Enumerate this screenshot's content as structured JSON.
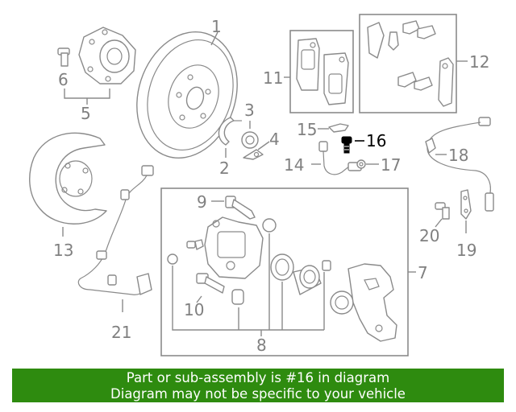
{
  "diagram": {
    "callouts": {
      "c1": "1",
      "c2": "2",
      "c3": "3",
      "c4": "4",
      "c5": "5",
      "c6": "6",
      "c7": "7",
      "c8": "8",
      "c9": "9",
      "c10": "10",
      "c11": "11",
      "c12": "12",
      "c13": "13",
      "c14": "14",
      "c15": "15",
      "c16": "16",
      "c17": "17",
      "c18": "18",
      "c19": "19",
      "c20": "20",
      "c21": "21"
    },
    "highlighted_part": "16",
    "highlight_color": "#000000",
    "part_color": "#808080"
  },
  "footer": {
    "line1": "Part or sub-assembly is #16 in diagram",
    "line2": "Diagram may not be specific to your vehicle",
    "background": "#2e8b0f"
  }
}
